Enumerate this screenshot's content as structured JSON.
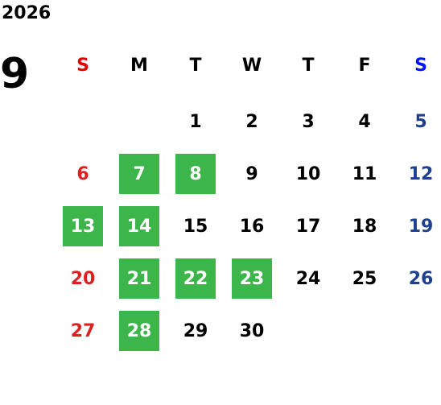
{
  "year": "2026",
  "month": "9",
  "colors": {
    "highlight_bg": "#3cb54a",
    "highlight_text": "#ffffff",
    "sunday_header": "#e60000",
    "saturday_header": "#0014ff",
    "sunday_date": "#e02020",
    "saturday_date": "#1f3f8f",
    "weekday": "#000000"
  },
  "weekdays": [
    "S",
    "M",
    "T",
    "W",
    "T",
    "F",
    "S"
  ],
  "weeks": [
    [
      {
        "day": ""
      },
      {
        "day": ""
      },
      {
        "day": "1"
      },
      {
        "day": "2"
      },
      {
        "day": "3"
      },
      {
        "day": "4"
      },
      {
        "day": "5"
      }
    ],
    [
      {
        "day": "6"
      },
      {
        "day": "7",
        "highlighted": true
      },
      {
        "day": "8",
        "highlighted": true
      },
      {
        "day": "9"
      },
      {
        "day": "10"
      },
      {
        "day": "11"
      },
      {
        "day": "12"
      }
    ],
    [
      {
        "day": "13",
        "highlighted": true
      },
      {
        "day": "14",
        "highlighted": true
      },
      {
        "day": "15"
      },
      {
        "day": "16"
      },
      {
        "day": "17"
      },
      {
        "day": "18"
      },
      {
        "day": "19"
      }
    ],
    [
      {
        "day": "20"
      },
      {
        "day": "21",
        "highlighted": true
      },
      {
        "day": "22",
        "highlighted": true
      },
      {
        "day": "23",
        "highlighted": true
      },
      {
        "day": "24"
      },
      {
        "day": "25"
      },
      {
        "day": "26"
      }
    ],
    [
      {
        "day": "27"
      },
      {
        "day": "28",
        "highlighted": true
      },
      {
        "day": "29"
      },
      {
        "day": "30"
      },
      {
        "day": ""
      },
      {
        "day": ""
      },
      {
        "day": ""
      }
    ]
  ]
}
